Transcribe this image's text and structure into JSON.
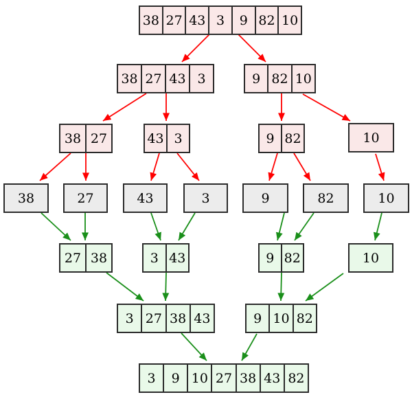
{
  "colors": {
    "split_node_fill": "#fae8e8",
    "single_node_fill": "#ececec",
    "merged_node_fill": "#e9f9e9",
    "node_border": "#2b2b2b",
    "split_arrow": "#ff0000",
    "merge_arrow": "#1a8f1a"
  },
  "nodes": {
    "unsorted": [
      "38",
      "27",
      "43",
      "3",
      "9",
      "82",
      "10"
    ],
    "split2_left": [
      "38",
      "27",
      "43",
      "3"
    ],
    "split2_right": [
      "9",
      "82",
      "10"
    ],
    "split3_a": [
      "38",
      "27"
    ],
    "split3_b": [
      "43",
      "3"
    ],
    "split3_c": [
      "9",
      "82"
    ],
    "split3_d": [
      "10"
    ],
    "singles": [
      "38",
      "27",
      "43",
      "3",
      "9",
      "82",
      "10"
    ],
    "merge1_a": [
      "27",
      "38"
    ],
    "merge1_b": [
      "3",
      "43"
    ],
    "merge1_c": [
      "9",
      "82"
    ],
    "merge1_d": [
      "10"
    ],
    "merge2_left": [
      "3",
      "27",
      "38",
      "43"
    ],
    "merge2_right": [
      "9",
      "10",
      "82"
    ],
    "sorted": [
      "3",
      "9",
      "10",
      "27",
      "38",
      "43",
      "82"
    ]
  },
  "edges": {
    "split": [
      [
        "unsorted",
        "split2_left"
      ],
      [
        "unsorted",
        "split2_right"
      ],
      [
        "split2_left",
        "split3_a"
      ],
      [
        "split2_left",
        "split3_b"
      ],
      [
        "split2_right",
        "split3_c"
      ],
      [
        "split2_right",
        "split3_d"
      ],
      [
        "split3_a",
        "single-38"
      ],
      [
        "split3_a",
        "single-27"
      ],
      [
        "split3_b",
        "single-43"
      ],
      [
        "split3_b",
        "single-3"
      ],
      [
        "split3_c",
        "single-9"
      ],
      [
        "split3_c",
        "single-82"
      ],
      [
        "split3_d",
        "single-10"
      ]
    ],
    "merge": [
      [
        "single-38",
        "merge1_a"
      ],
      [
        "single-27",
        "merge1_a"
      ],
      [
        "single-43",
        "merge1_b"
      ],
      [
        "single-3",
        "merge1_b"
      ],
      [
        "single-9",
        "merge1_c"
      ],
      [
        "single-82",
        "merge1_c"
      ],
      [
        "single-10",
        "merge1_d"
      ],
      [
        "merge1_a",
        "merge2_left"
      ],
      [
        "merge1_b",
        "merge2_left"
      ],
      [
        "merge1_c",
        "merge2_right"
      ],
      [
        "merge1_d",
        "merge2_right"
      ],
      [
        "merge2_left",
        "sorted"
      ],
      [
        "merge2_right",
        "sorted"
      ]
    ]
  }
}
